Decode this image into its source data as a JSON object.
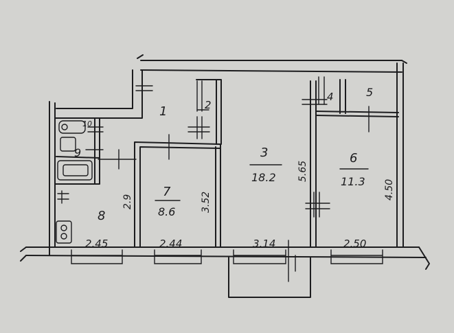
{
  "rooms": [
    {
      "number": "1"
    },
    {
      "number": "2"
    },
    {
      "number": "3",
      "area": "18.2"
    },
    {
      "number": "4"
    },
    {
      "number": "5"
    },
    {
      "number": "6",
      "area": "11.3"
    },
    {
      "number": "7",
      "area": "8.6"
    },
    {
      "number": "8"
    },
    {
      "number": "9"
    },
    {
      "number": "10"
    }
  ],
  "dimensions": {
    "width_8": "2.45",
    "width_7": "2.44",
    "width_3": "3.14",
    "width_6": "2.50",
    "depth_8": "2.9",
    "depth_7": "3.52",
    "depth_3": "5.65",
    "depth_6": "4.50"
  },
  "colors": {
    "paper": "#d3d3d0",
    "ink": "#1c1c1e"
  }
}
